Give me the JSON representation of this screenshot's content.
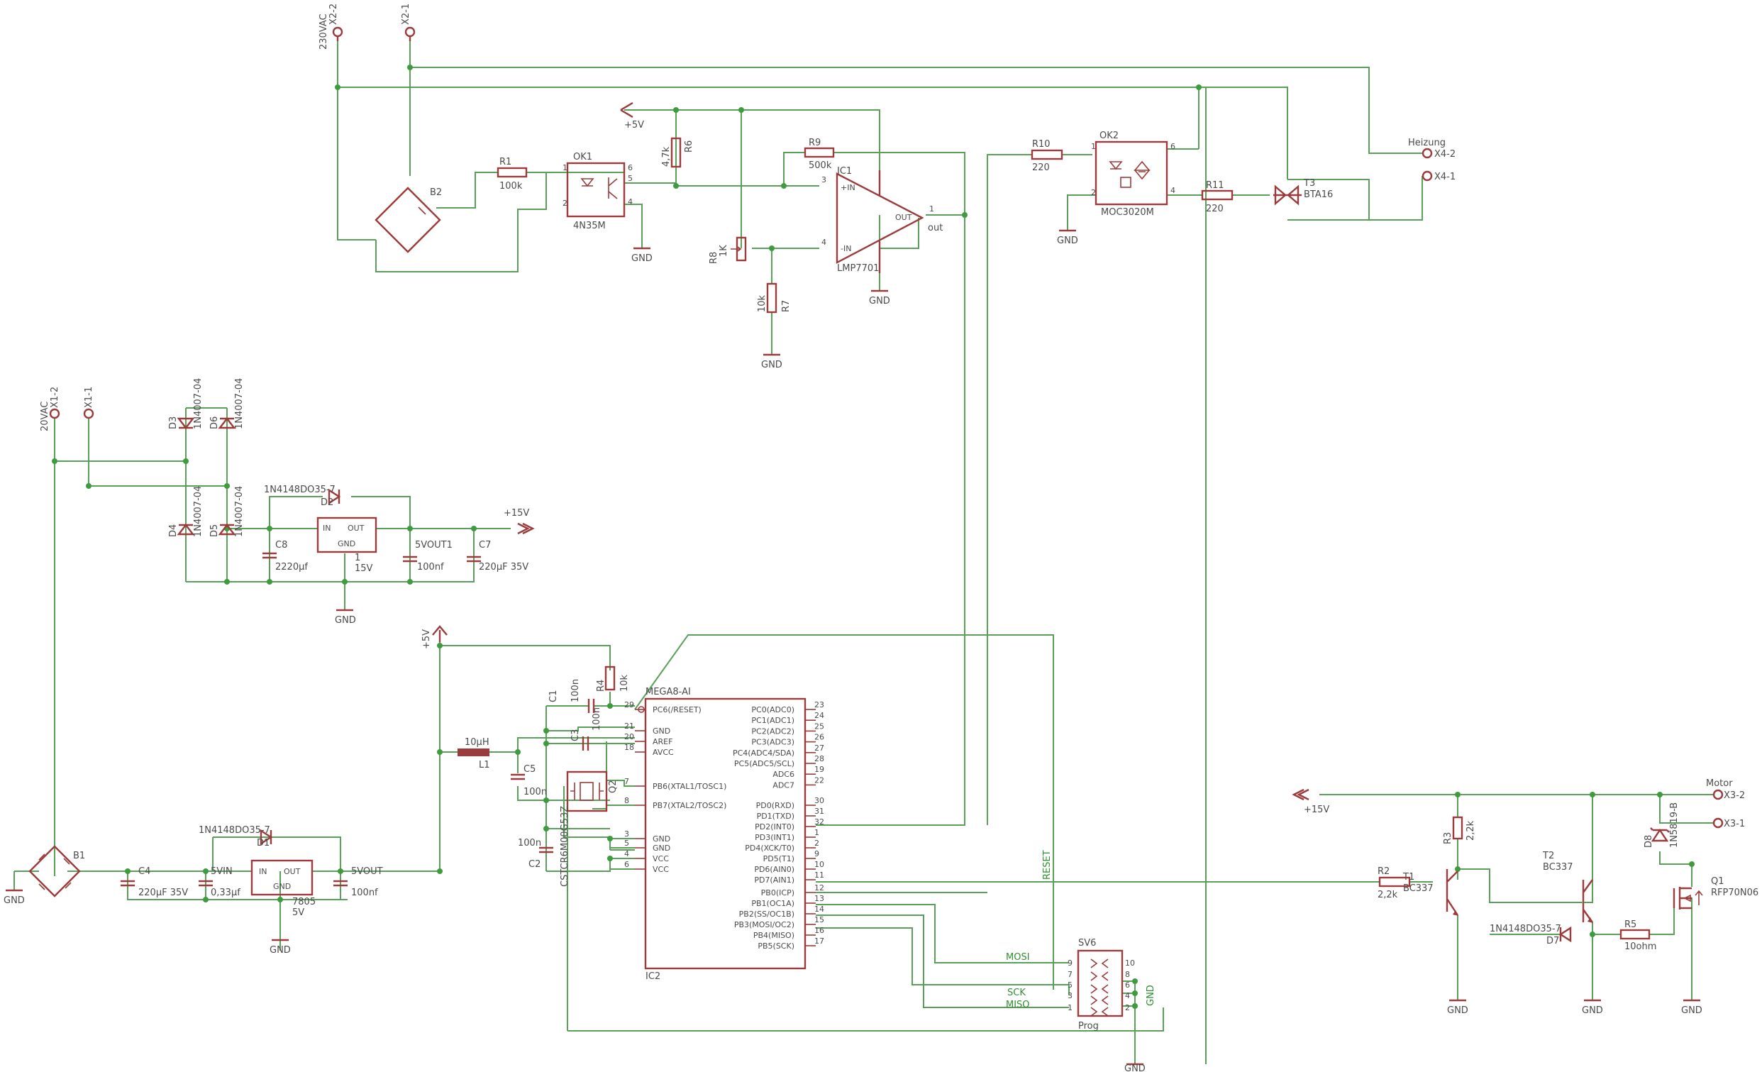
{
  "labels": {
    "x2_2": "X2-2",
    "x2_1": "X2-1",
    "vac230": "230VAC",
    "r1": "R1",
    "r1v": "100k",
    "ok1": "OK1",
    "ok1v": "4N35M",
    "b2": "B2",
    "r6": "R6",
    "r6v": "4,7k",
    "plus5v_a": "+5V",
    "r9": "R9",
    "r9v": "500k",
    "ic1": "IC1",
    "ic1v": "LMP7701",
    "out": "out",
    "outpin": "OUT",
    "r8": "R8",
    "r8v": "1K",
    "r7": "R7",
    "r7v": "10k",
    "gnd": "GND",
    "r10": "R10",
    "r10v": "220",
    "ok2": "OK2",
    "ok2v": "MOC3020M",
    "r11": "R11",
    "r11v": "220",
    "t3": "T3",
    "t3v": "BTA16",
    "heizung": "Heizung",
    "x4_2": "X4-2",
    "x4_1": "X4-1",
    "x1_2": "X1-2",
    "x1_1": "X1-1",
    "vac20": "20VAC",
    "d3": "D3",
    "d6": "D6",
    "d4": "D4",
    "d5": "D5",
    "d1n4007": "1N4007-04",
    "d2lbl": "1N4148DO35-7",
    "d2": "D2",
    "in": "IN",
    "gndpin": "GND",
    "vreg15": "15V",
    "one": "1",
    "c8": "C8",
    "c8v": "2220µf",
    "vout1": "5VOUT1",
    "c_100nf": "100nf",
    "c7": "C7",
    "c7v": "220µF 35V",
    "plus15v": "+15V",
    "plus5v_b": "+5V",
    "r4": "R4",
    "r4v": "10k",
    "c1": "C1",
    "c1v": "100n",
    "c3": "C3",
    "c3v": "100n",
    "l1": "L1",
    "l1v": "10µH",
    "c5": "C5",
    "c5v": "100n",
    "q2": "Q2",
    "cstcr": "CSTCR6M00G53Z",
    "c2": "C2",
    "c2v": "100n",
    "mega": "MEGA8-AI",
    "ic2": "IC2",
    "b1": "B1",
    "d1lbl": "1N4148DO35-7",
    "d1": "D1",
    "c4": "C4",
    "c4v": "220µF 35V",
    "vin5": "5VIN",
    "c033": "0,33µf",
    "vreg7805": "7805",
    "v5": "5V",
    "vout5": "5VOUT",
    "reset": "RESET",
    "mosi": "MOSI",
    "sck": "SCK",
    "miso": "MISO",
    "sv6": "SV6",
    "prog": "Prog",
    "motor": "Motor",
    "x3_2": "X3-2",
    "x3_1": "X3-1",
    "d8": "D8",
    "d8v": "1N5819-B",
    "r3": "R3",
    "r3v": "2,2k",
    "t1": "T1",
    "t1v": "BC337",
    "t2": "T2",
    "t2v": "BC337",
    "q1": "Q1",
    "q1v": "RFP70N06",
    "r2": "R2",
    "r2v": "2,2k",
    "d7lbl": "1N4148DO35-7",
    "d7": "D7",
    "r5": "R5",
    "r5v": "10ohm"
  },
  "ic2_left_pins": [
    {
      "num": "29",
      "name": "PC6(/RESET)"
    },
    {
      "num": "21",
      "name": "GND"
    },
    {
      "num": "20",
      "name": "AREF"
    },
    {
      "num": "18",
      "name": "AVCC"
    },
    {
      "num": "7",
      "name": "PB6(XTAL1/TOSC1)"
    },
    {
      "num": "8",
      "name": "PB7(XTAL2/TOSC2)"
    },
    {
      "num": "3",
      "name": "GND"
    },
    {
      "num": "5",
      "name": "GND"
    },
    {
      "num": "4",
      "name": "VCC"
    },
    {
      "num": "6",
      "name": "VCC"
    }
  ],
  "ic2_right_pins": [
    {
      "num": "23",
      "name": "PC0(ADC0)"
    },
    {
      "num": "24",
      "name": "PC1(ADC1)"
    },
    {
      "num": "25",
      "name": "PC2(ADC2)"
    },
    {
      "num": "26",
      "name": "PC3(ADC3)"
    },
    {
      "num": "27",
      "name": "PC4(ADC4/SDA)"
    },
    {
      "num": "28",
      "name": "PC5(ADC5/SCL)"
    },
    {
      "num": "19",
      "name": "ADC6"
    },
    {
      "num": "22",
      "name": "ADC7"
    },
    {
      "num": "30",
      "name": "PD0(RXD)"
    },
    {
      "num": "31",
      "name": "PD1(TXD)"
    },
    {
      "num": "32",
      "name": "PD2(INT0)"
    },
    {
      "num": "1",
      "name": "PD3(INT1)"
    },
    {
      "num": "2",
      "name": "PD4(XCK/T0)"
    },
    {
      "num": "9",
      "name": "PD5(T1)"
    },
    {
      "num": "10",
      "name": "PD6(AIN0)"
    },
    {
      "num": "11",
      "name": "PD7(AIN1)"
    },
    {
      "num": "12",
      "name": "PB0(ICP)"
    },
    {
      "num": "13",
      "name": "PB1(OC1A)"
    },
    {
      "num": "14",
      "name": "PB2(SS/OC1B)"
    },
    {
      "num": "15",
      "name": "PB3(MOSI/OC2)"
    },
    {
      "num": "16",
      "name": "PB4(MISO)"
    },
    {
      "num": "17",
      "name": "PB5(SCK)"
    }
  ],
  "sv6_left_pins": [
    "9",
    "7",
    "5",
    "3",
    "1"
  ],
  "sv6_right_pins": [
    "10",
    "8",
    "6",
    "4",
    "2"
  ],
  "colors": {
    "wire": "#5aa05a",
    "part": "#9b3b3b",
    "text": "#4a4a4a",
    "net": "#2f8f2f"
  }
}
